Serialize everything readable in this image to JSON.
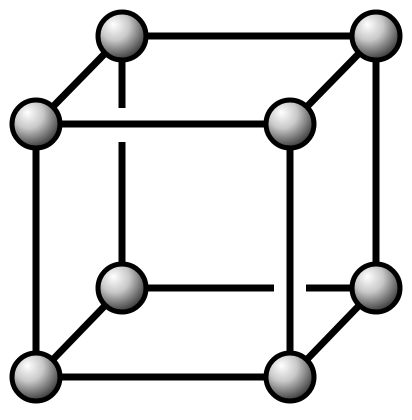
{
  "diagram": {
    "type": "cubic-lattice-unit-cell",
    "line_color": "#000000",
    "background_color": "#ffffff",
    "sphere_highlight_color": "#ffffff",
    "sphere_mid_color": "#c8c8c8",
    "sphere_shadow_color": "#3c3c3c",
    "sphere_outline_color": "#000000",
    "atom_count": 8,
    "edge_count": 12
  }
}
